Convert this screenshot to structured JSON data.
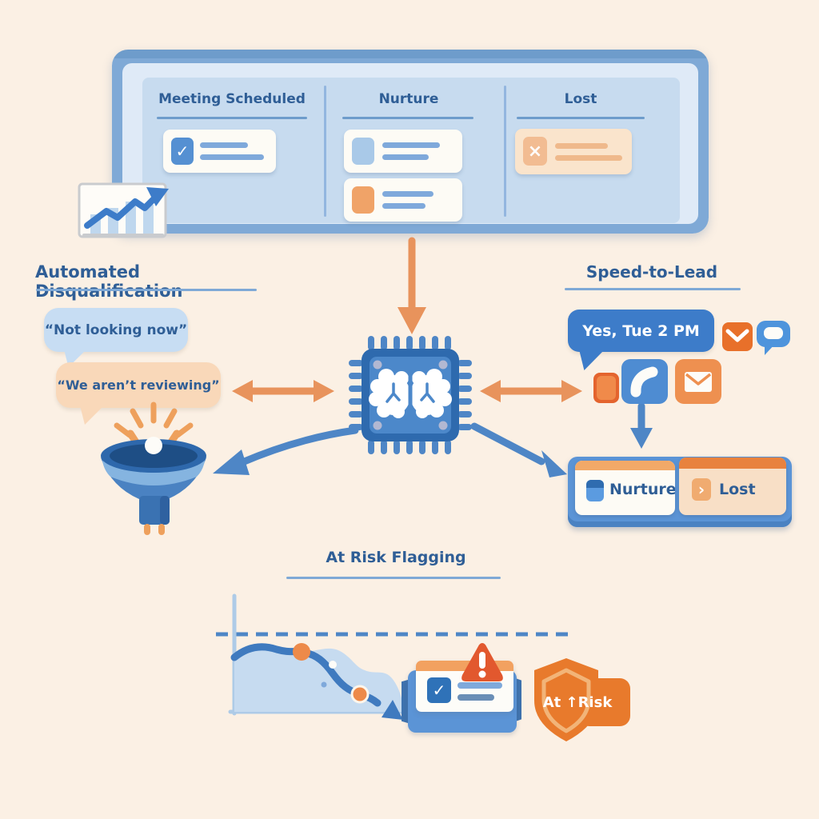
{
  "colors": {
    "background": "#FBF0E4",
    "heading_text": "#2F5E96",
    "accent_blue": "#4E86C6",
    "accent_orange": "#E8935C",
    "board_frame": "#7FA9D6",
    "board_panel": "#C7DBEF",
    "reply_bubble_blue": "#3D7CC9",
    "tray_blue": "#5B94D6",
    "alert_red": "#E2582E",
    "shield_orange": "#E87A2C"
  },
  "board": {
    "columns": [
      {
        "label": "Meeting Scheduled"
      },
      {
        "label": "Nurture"
      },
      {
        "label": "Lost"
      }
    ]
  },
  "glyphs": {
    "check": "✓",
    "cross": "×",
    "chevron": "›"
  },
  "disqualification": {
    "title": "Automated Disqualification",
    "bubble_1": "“Not looking now”",
    "bubble_2": "“We aren’t reviewing”"
  },
  "speed_to_lead": {
    "title": "Speed-to-Lead",
    "reply": "Yes, Tue 2 PM",
    "outcome_1": "Nurture",
    "outcome_2": "Lost"
  },
  "at_risk": {
    "title": "At Risk Flagging",
    "badge": "At ↑Risk",
    "chart": {
      "type": "line",
      "style": "decorative sparkline, no axis labels",
      "threshold": "dashed horizontal line above the curve",
      "trend": "declining below threshold",
      "highlighted_points": 2
    }
  }
}
